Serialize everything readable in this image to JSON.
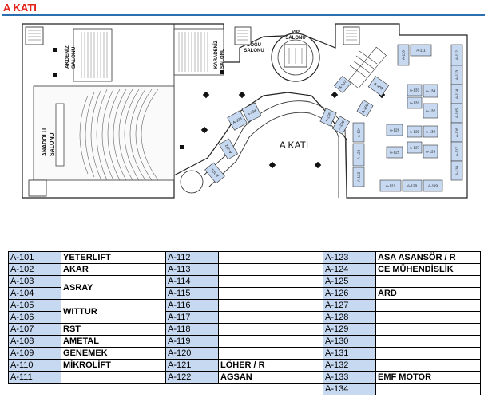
{
  "title": "A KATI",
  "plan": {
    "floor_label": "A KATI",
    "halls": {
      "anadolu": [
        "ANADOLU",
        "SALONU"
      ],
      "akdeniz": [
        "AKDENİZ",
        "SALONU"
      ],
      "karadeniz": [
        "KARADENİZ",
        "SALONU"
      ],
      "dogu": [
        "DOĞU",
        "SALONU"
      ],
      "vip": [
        "VIP",
        "SALONU"
      ]
    },
    "booths": [
      "A-101",
      "A-102",
      "A-103",
      "A-104",
      "A-105",
      "A-106",
      "A-107",
      "A-108",
      "A-109",
      "A-110",
      "A-111",
      "A-112",
      "A-113",
      "A-114",
      "A-115",
      "A-116",
      "A-117",
      "A-118",
      "A-119",
      "A-120",
      "A-121",
      "A-122",
      "A-123",
      "A-124",
      "A-125",
      "A-126",
      "A-127",
      "A-128",
      "A-129",
      "A-130",
      "A-131",
      "A-132",
      "A-133",
      "A-134"
    ]
  },
  "table": {
    "rows": [
      {
        "c1": "A-101",
        "n1": "YETERLIFT",
        "c2": "A-112",
        "n2": "",
        "c3": "A-123",
        "n3": "ASA ASANSÖR / R"
      },
      {
        "c1": "A-102",
        "n1": "AKAR",
        "c2": "A-113",
        "n2": "",
        "c3": "A-124",
        "n3": "CE MÜHENDİSLİK"
      },
      {
        "c1": "A-103",
        "n1": "ASRAY",
        "c2": "A-114",
        "n2": "",
        "c3": "A-125",
        "n3": ""
      },
      {
        "c1": "A-104",
        "n1": "",
        "c2": "A-115",
        "n2": "",
        "c3": "A-126",
        "n3": "ARD"
      },
      {
        "c1": "A-105",
        "n1": "WITTUR",
        "c2": "A-116",
        "n2": "",
        "c3": "A-127",
        "n3": ""
      },
      {
        "c1": "A-106",
        "n1": "",
        "c2": "A-117",
        "n2": "",
        "c3": "A-128",
        "n3": ""
      },
      {
        "c1": "A-107",
        "n1": "RST",
        "c2": "A-118",
        "n2": "",
        "c3": "A-129",
        "n3": ""
      },
      {
        "c1": "A-108",
        "n1": "AMETAL",
        "c2": "A-119",
        "n2": "",
        "c3": "A-130",
        "n3": ""
      },
      {
        "c1": "A-109",
        "n1": "GENEMEK",
        "c2": "A-120",
        "n2": "",
        "c3": "A-131",
        "n3": ""
      },
      {
        "c1": "A-110",
        "n1": "MİKROLİFT",
        "c2": "A-121",
        "n2": "LÖHER / R",
        "c3": "A-132",
        "n3": ""
      },
      {
        "c1": "A-111",
        "n1": "",
        "c2": "A-122",
        "n2": "AGSAN",
        "c3": "A-133",
        "n3": "EMF MOTOR"
      },
      {
        "c1": "",
        "n1": "",
        "c2": "",
        "n2": "",
        "c3": "A-134",
        "n3": ""
      }
    ]
  },
  "colors": {
    "title": "#e32219",
    "rule": "#2a6fb0",
    "booth": "#c6d9f1",
    "table_code": "#c6d9f1"
  }
}
